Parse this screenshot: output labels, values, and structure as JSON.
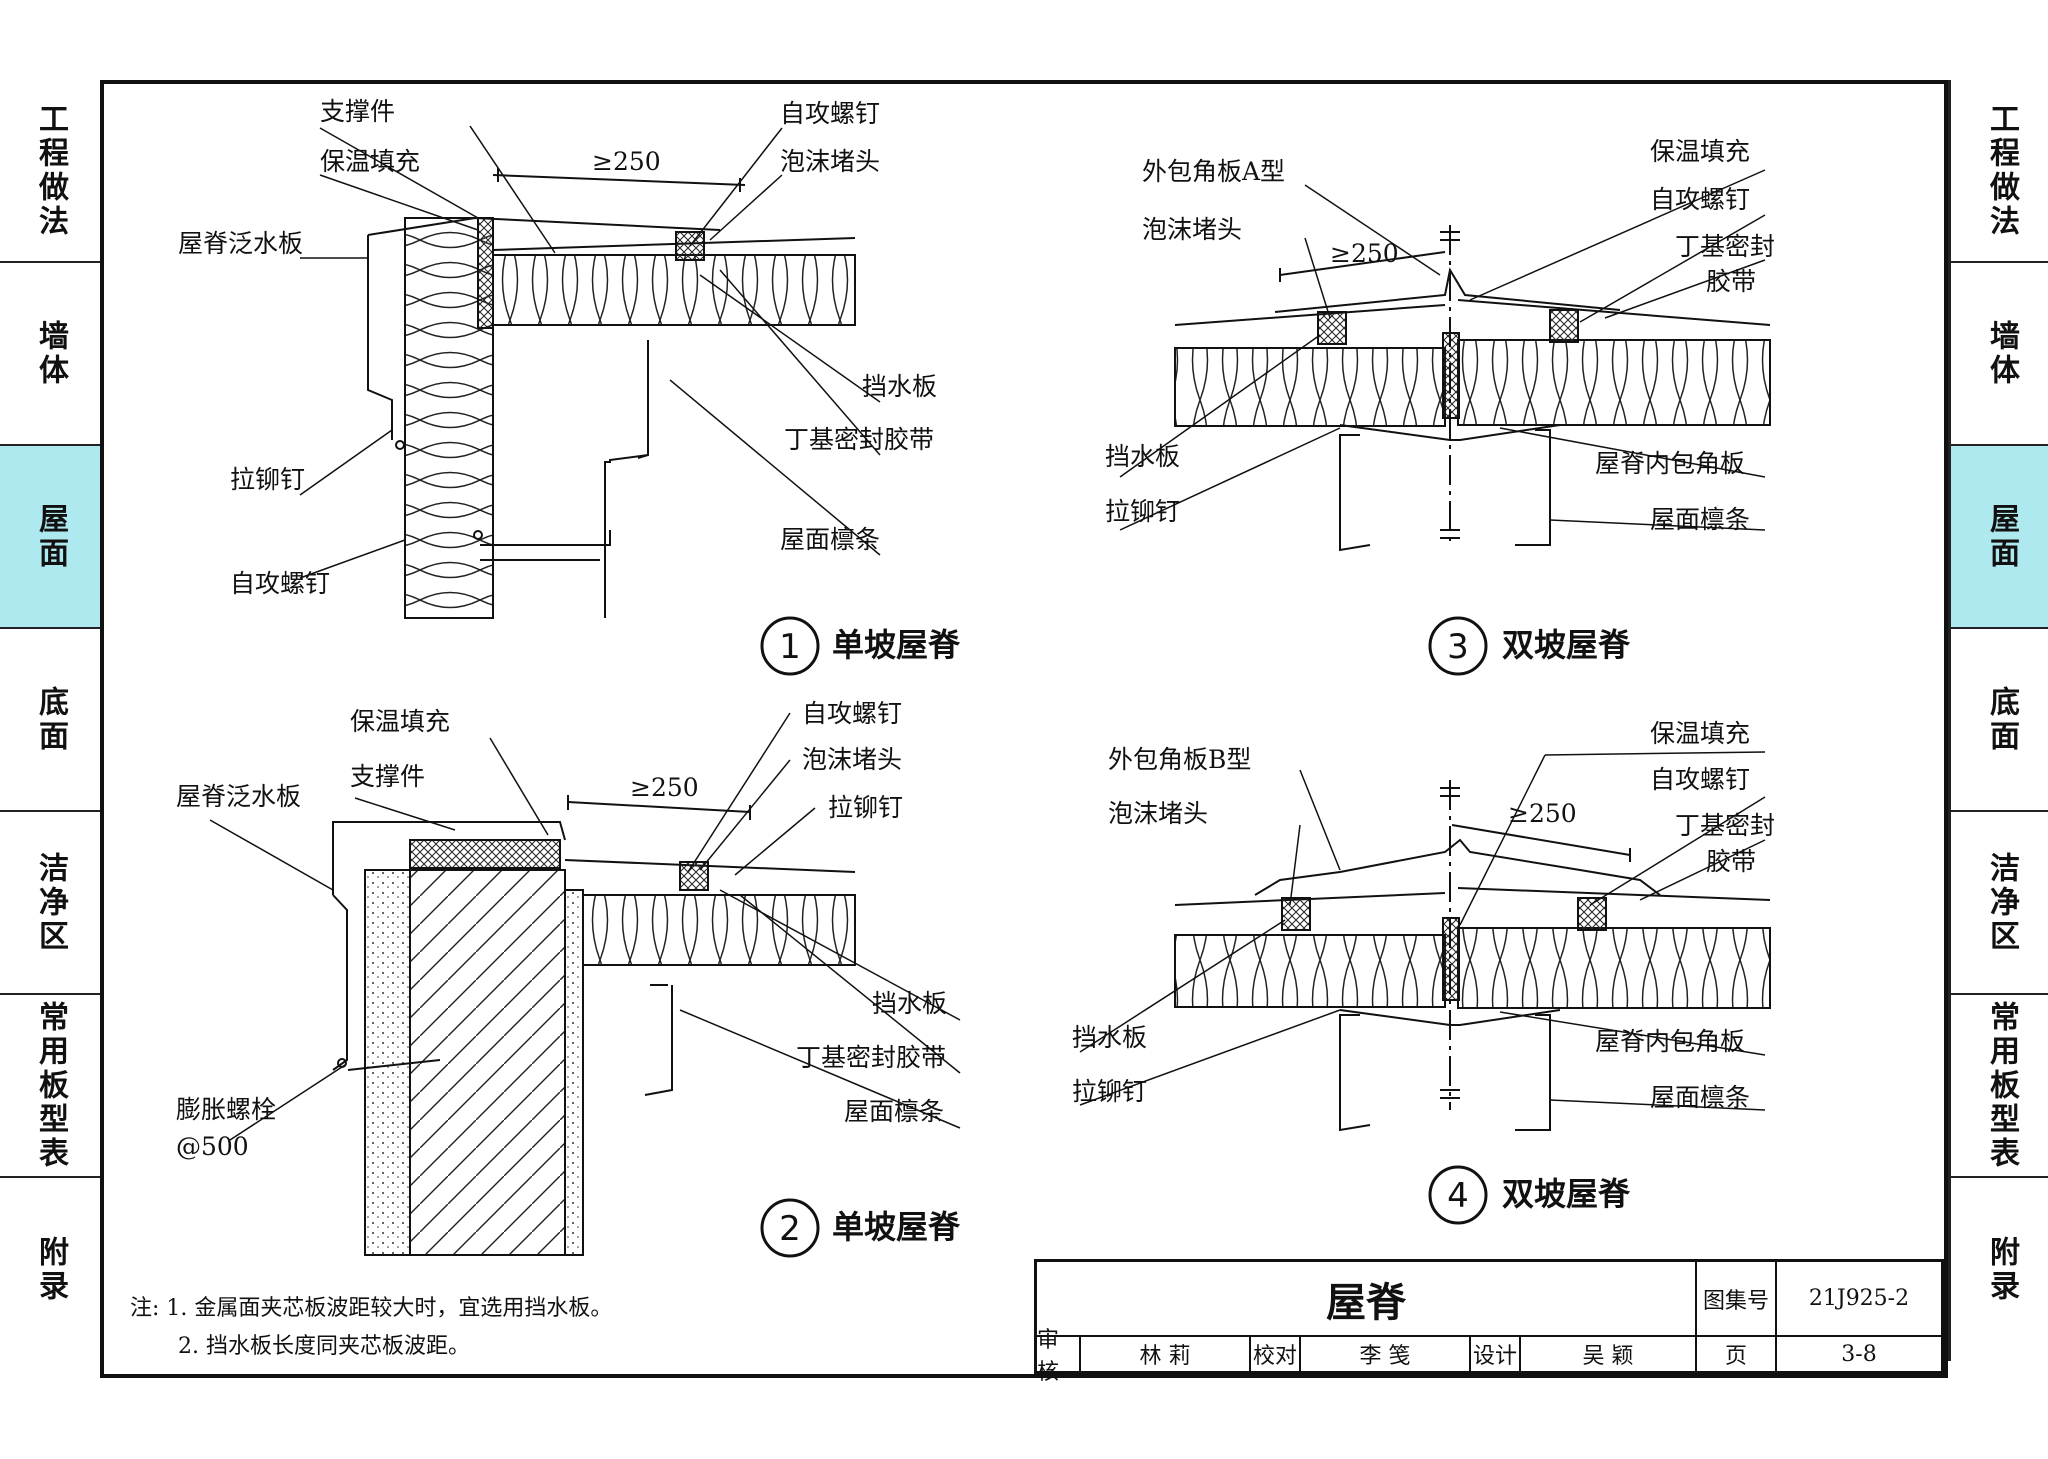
{
  "sidebar": {
    "items": [
      {
        "label": "工程做法",
        "active": false
      },
      {
        "label": "墙体",
        "active": false
      },
      {
        "label": "屋面",
        "active": true
      },
      {
        "label": "底面",
        "active": false
      },
      {
        "label": "洁净区",
        "active": false
      },
      {
        "label": "常用板型表",
        "active": false
      },
      {
        "label": "附录",
        "active": false
      }
    ],
    "active_color": "#aee9ef"
  },
  "details": [
    {
      "number": "1",
      "title": "单坡屋脊",
      "dimension": "≥250",
      "labels": {
        "support": "支撑件",
        "insulation": "保温填充",
        "flashing": "屋脊泛水板",
        "rivet": "拉铆钉",
        "screw_left": "自攻螺钉",
        "screw_top": "自攻螺钉",
        "foam": "泡沫堵头",
        "water_stop": "挡水板",
        "butyl_tape": "丁基密封胶带",
        "purlin": "屋面檩条"
      }
    },
    {
      "number": "2",
      "title": "单坡屋脊",
      "dimension": "≥250",
      "labels": {
        "insulation": "保温填充",
        "support": "支撑件",
        "flashing": "屋脊泛水板",
        "anchor": "膨胀螺栓",
        "anchor_spacing": "@500",
        "screw": "自攻螺钉",
        "foam": "泡沫堵头",
        "rivet": "拉铆钉",
        "water_stop": "挡水板",
        "butyl_tape": "丁基密封胶带",
        "purlin": "屋面檩条"
      }
    },
    {
      "number": "3",
      "title": "双坡屋脊",
      "dimension": "≥250",
      "labels": {
        "outer_a": "外包角板A型",
        "foam": "泡沫堵头",
        "water_stop": "挡水板",
        "rivet": "拉铆钉",
        "insulation": "保温填充",
        "screw": "自攻螺钉",
        "butyl_1": "丁基密封",
        "butyl_2": "胶带",
        "inner": "屋脊内包角板",
        "purlin": "屋面檩条"
      }
    },
    {
      "number": "4",
      "title": "双坡屋脊",
      "dimension": "≥250",
      "labels": {
        "outer_b": "外包角板B型",
        "foam": "泡沫堵头",
        "water_stop": "挡水板",
        "rivet": "拉铆钉",
        "insulation": "保温填充",
        "screw": "自攻螺钉",
        "butyl_1": "丁基密封",
        "butyl_2": "胶带",
        "inner": "屋脊内包角板",
        "purlin": "屋面檩条"
      }
    }
  ],
  "notes": {
    "prefix": "注:",
    "items": [
      "1. 金属面夹芯板波距较大时，宜选用挡水板。",
      "2. 挡水板长度同夹芯板波距。"
    ]
  },
  "title_block": {
    "drawing_title": "屋脊",
    "atlas_label": "图集号",
    "atlas_no": "21J925-2",
    "page_label": "页",
    "page_no": "3-8",
    "review_label": "审核",
    "reviewer": "林 莉",
    "check_label": "校对",
    "checker": "李 笺",
    "design_label": "设计",
    "designer": "吴 颖"
  }
}
